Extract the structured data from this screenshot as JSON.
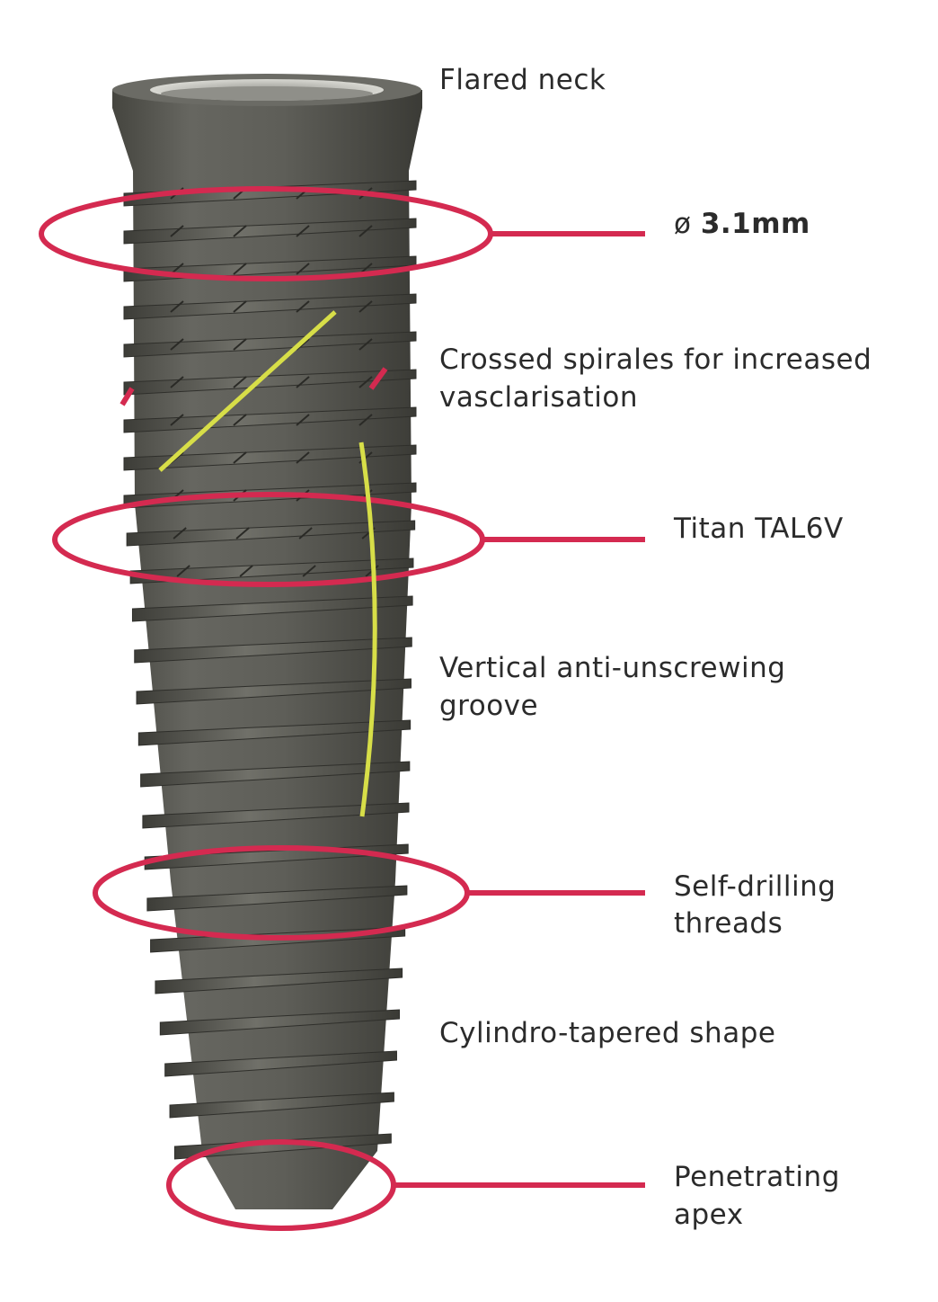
{
  "labels": {
    "flared_neck": "Flared neck",
    "diameter_symbol": "ø",
    "diameter_value": "3.1mm",
    "crossed_spirales_line1": "Crossed spirales for increased",
    "crossed_spirales_line2": "vasclarisation",
    "material": "Titan TAL6V",
    "groove_line1": "Vertical anti-unscrewing",
    "groove_line2": "groove",
    "threads_line1": "Self-drilling",
    "threads_line2": "threads",
    "shape": "Cylindro-tapered shape",
    "apex_line1": "Penetrating",
    "apex_line2": "apex"
  },
  "colors": {
    "callout": "#d42a50",
    "guide": "#d7de48",
    "implant_body": "#5b5b56",
    "implant_dark": "#3a3a36",
    "implant_light": "#7a7a74",
    "text": "#2b2b2b"
  }
}
